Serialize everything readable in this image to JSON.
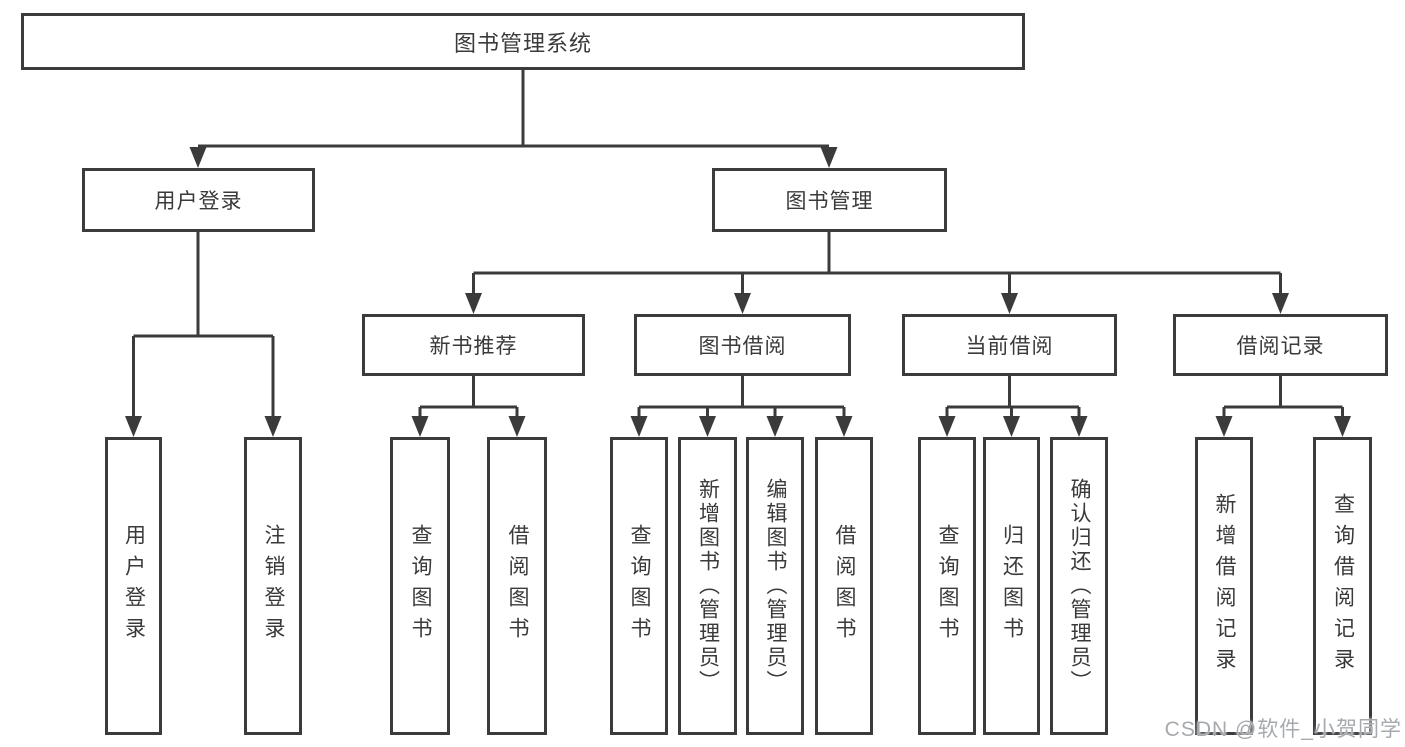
{
  "colors": {
    "line": "#3b3b3b",
    "text": "#3a3a3a",
    "background": "#ffffff",
    "watermark": "#a6aaae"
  },
  "watermark": {
    "text": "CSDN @软件_小贺同学"
  },
  "tree": {
    "root": {
      "label": "图书管理系统"
    },
    "level2": [
      {
        "label": "用户登录"
      },
      {
        "label": "图书管理"
      }
    ],
    "level3": [
      {
        "label": "新书推荐"
      },
      {
        "label": "图书借阅"
      },
      {
        "label": "当前借阅"
      },
      {
        "label": "借阅记录"
      }
    ],
    "leaves": {
      "user_login": [
        {
          "label": "用户登录"
        },
        {
          "label": "注销登录"
        }
      ],
      "new_book": [
        {
          "label": "查询图书"
        },
        {
          "label": "借阅图书"
        }
      ],
      "book_borrow": [
        {
          "label": "查询图书"
        },
        {
          "label": "新增图书（管理员）"
        },
        {
          "label": "编辑图书（管理员）"
        },
        {
          "label": "借阅图书"
        }
      ],
      "current_borrow": [
        {
          "label": "查询图书"
        },
        {
          "label": "归还图书"
        },
        {
          "label": "确认归还（管理员）"
        }
      ],
      "borrow_records": [
        {
          "label": "新增借阅记录"
        },
        {
          "label": "查询借阅记录"
        }
      ]
    }
  }
}
